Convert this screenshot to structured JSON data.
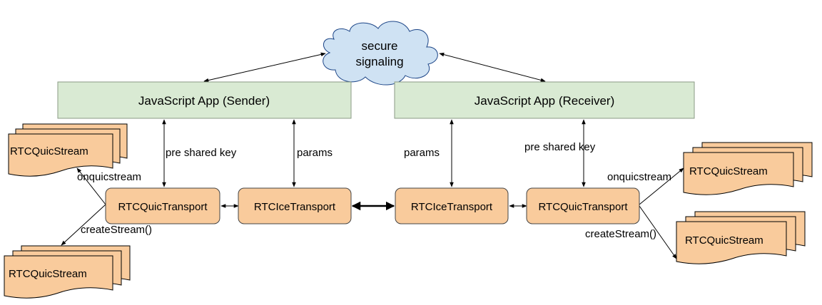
{
  "colors": {
    "app_fill": "#d9ead3",
    "app_stroke": "#8a9a84",
    "node_fill": "#f9cb9c",
    "node_stroke": "#444444",
    "cloud_fill": "#cfe2f3",
    "cloud_stroke": "#1c4587",
    "line": "#000000"
  },
  "cloud": {
    "line1": "secure",
    "line2": "signaling"
  },
  "apps": {
    "sender": "JavaScript App (Sender)",
    "receiver": "JavaScript App (Receiver)"
  },
  "nodes": {
    "quic_left": "RTCQuicTransport",
    "ice_left": "RTCIceTransport",
    "ice_right": "RTCIceTransport",
    "quic_right": "RTCQuicTransport"
  },
  "streams": {
    "top_left": "RTCQuicStream",
    "bottom_left": "RTCQuicStream",
    "top_right": "RTCQuicStream",
    "bottom_right": "RTCQuicStream"
  },
  "edge_labels": {
    "psk_left": "pre shared key",
    "params_left": "params",
    "params_right": "params",
    "psk_right": "pre shared key",
    "onquic_left": "onquicstream",
    "create_left": "createStream()",
    "onquic_right": "onquicstream",
    "create_right": "createStream()"
  }
}
